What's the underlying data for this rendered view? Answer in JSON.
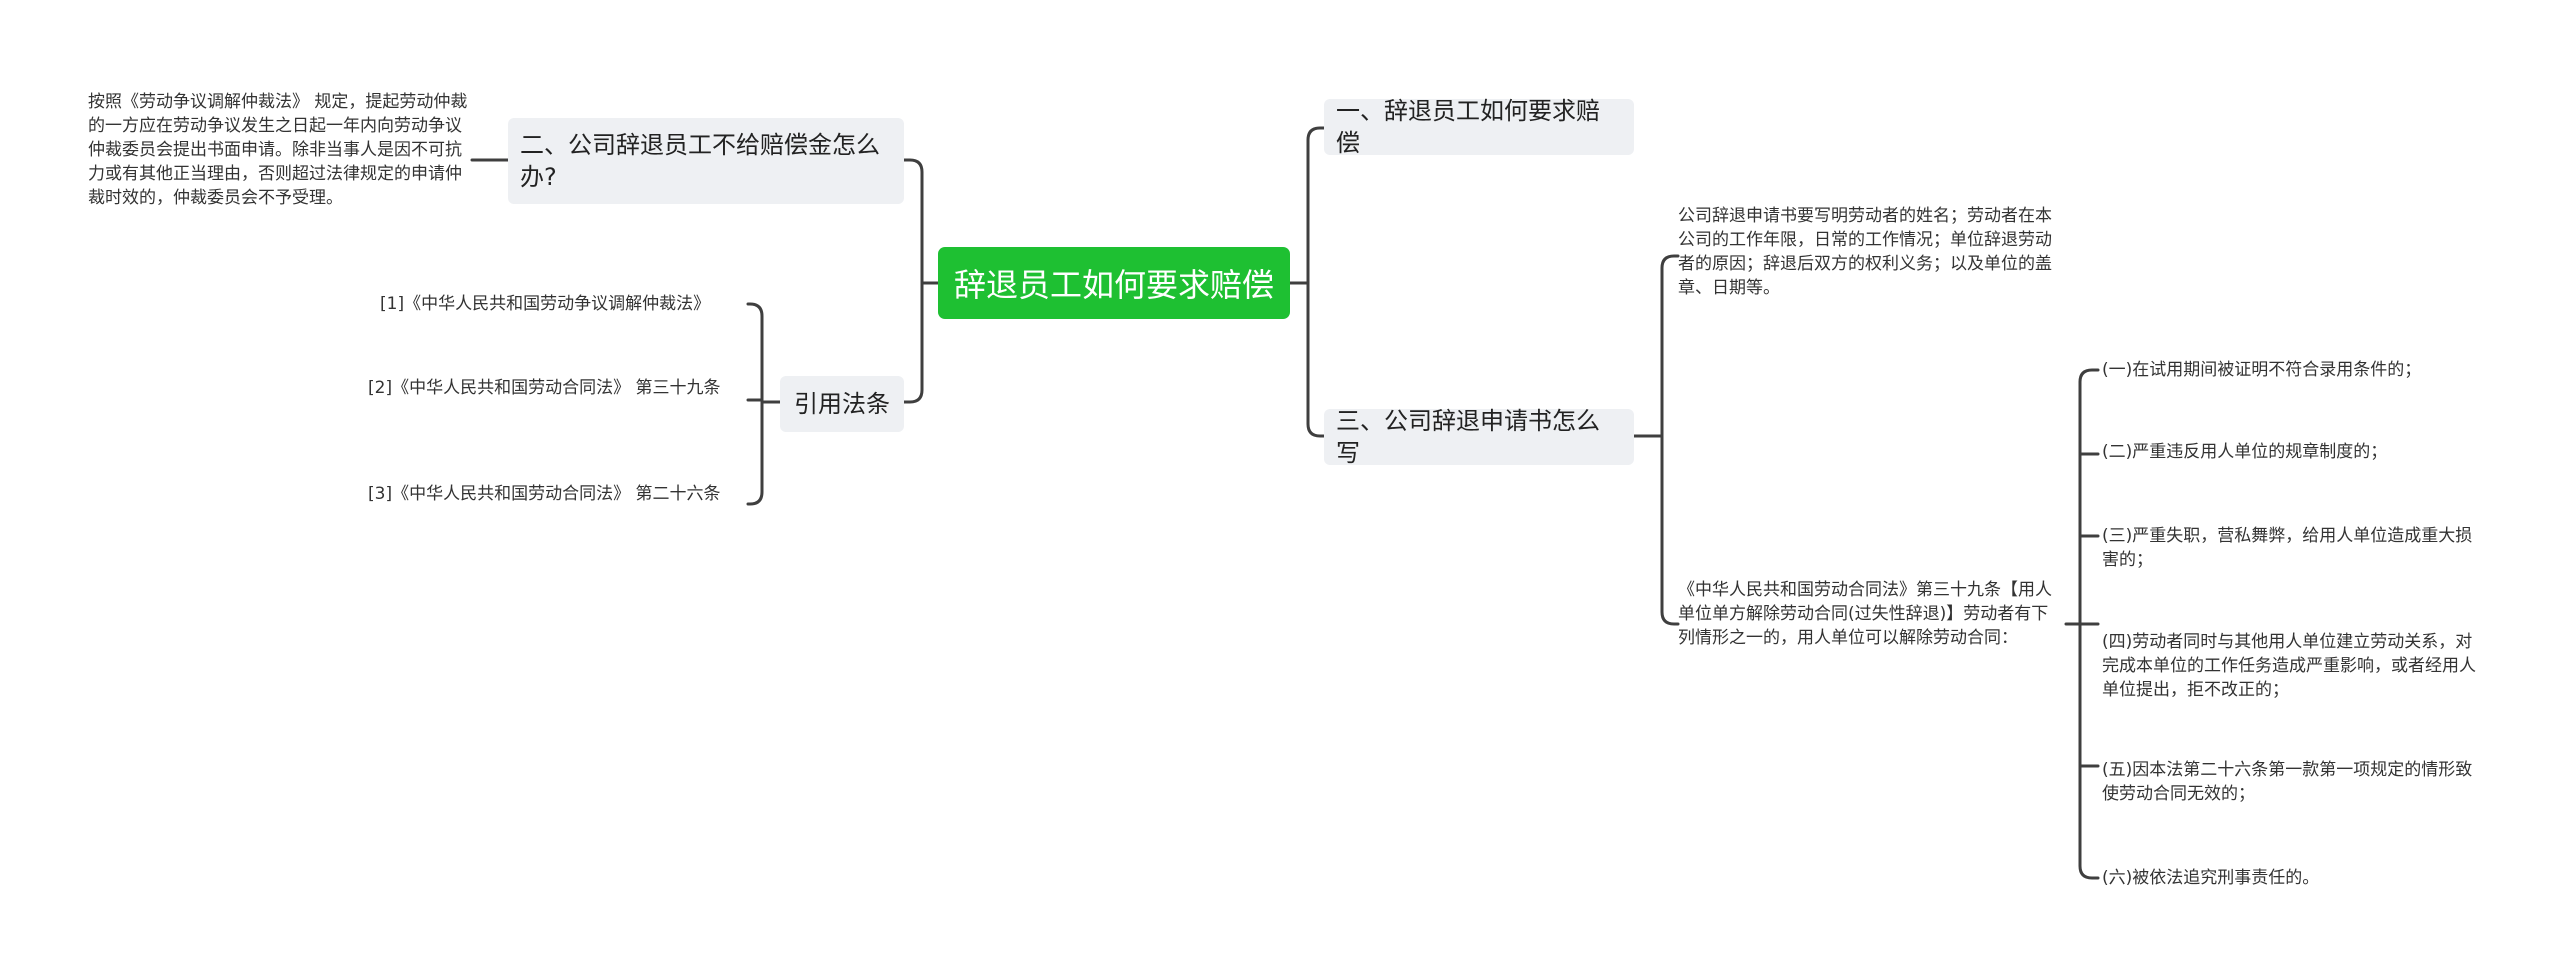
{
  "root": {
    "label": "辞退员工如何要求赔偿"
  },
  "right_topics": {
    "t1": {
      "label": "一、辞退员工如何要求赔偿"
    },
    "t3": {
      "label": "三、公司辞退申请书怎么写",
      "detail": "公司辞退申请书要写明劳动者的姓名；劳动者在本公司的工作年限，日常的工作情况；单位辞退劳动者的原因；辞退后双方的权利义务；以及单位的盖章、日期等。",
      "law": "《中华人民共和国劳动合同法》第三十九条【用人单位单方解除劳动合同(过失性辞退)】劳动者有下列情形之一的，用人单位可以解除劳动合同：",
      "items": [
        "(一)在试用期间被证明不符合录用条件的；",
        "(二)严重违反用人单位的规章制度的；",
        "(三)严重失职，营私舞弊，给用人单位造成重大损害的；",
        "(四)劳动者同时与其他用人单位建立劳动关系，对完成本单位的工作任务造成严重影响，或者经用人单位提出，拒不改正的；",
        "(五)因本法第二十六条第一款第一项规定的情形致使劳动合同无效的；",
        "(六)被依法追究刑事责任的。"
      ]
    }
  },
  "left_topics": {
    "t2": {
      "label": "二、公司辞退员工不给赔偿金怎么办?",
      "detail": "按照《劳动争议调解仲裁法》 规定，提起劳动仲裁的一方应在劳动争议发生之日起一年内向劳动争议仲裁委员会提出书面申请。除非当事人是因不可抗力或有其他正当理由，否则超过法律规定的申请仲裁时效的，仲裁委员会不予受理。"
    },
    "refs": {
      "label": "引用法条",
      "items": [
        "[1]《中华人民共和国劳动争议调解仲裁法》",
        "[2]《中华人民共和国劳动合同法》 第三十九条",
        "[3]《中华人民共和国劳动合同法》 第二十六条"
      ]
    }
  }
}
